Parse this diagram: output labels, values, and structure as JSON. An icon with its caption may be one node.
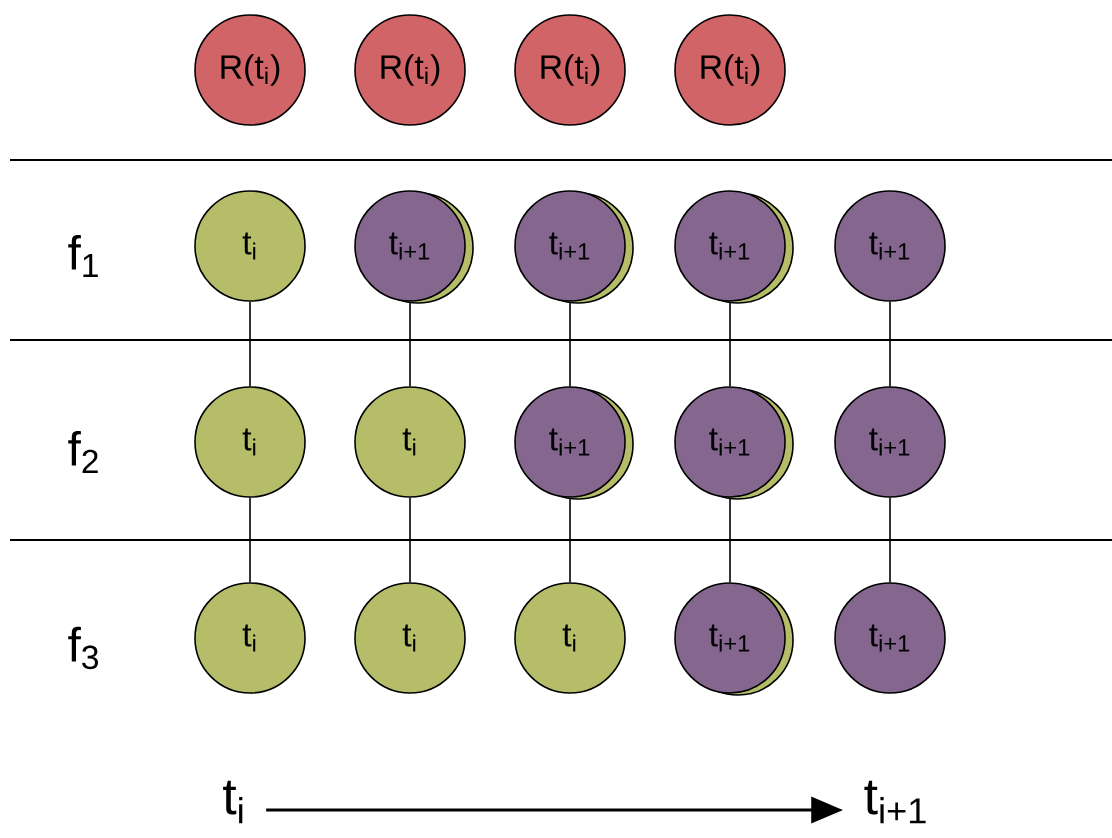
{
  "diagram": {
    "nodes": [
      {
        "text": [
          "R(t$_{i}$)"
        ]
      },
      {
        "text": [
          "R(t$_{i}$)"
        ]
      },
      {
        "text": [
          "R(t$_{i}$)"
        ]
      },
      {
        "text": [
          "R(t$_{i}$)"
        ]
      },
      {
        "text": [
          "t$_{i}$"
        ]
      },
      {
        "text": [
          "t$_{i+1}$"
        ]
      },
      {
        "text": [
          "t$_{i+1}$"
        ]
      },
      {
        "text": [
          "t$_{i+1}$"
        ]
      },
      {
        "text": [
          "t$_{i+1}$"
        ]
      },
      {
        "text": [
          "t$_{i}$"
        ]
      },
      {
        "text": [
          "t$_{i}$"
        ]
      },
      {
        "text": [
          "t$_{i+1}$"
        ]
      },
      {
        "text": [
          "t$_{i+1}$"
        ]
      },
      {
        "text": [
          "t$_{i+1}$"
        ]
      },
      {
        "text": [
          "t$_{i}$"
        ]
      },
      {
        "text": [
          "t$_{i}$"
        ]
      },
      {
        "text": [
          "t$_{i}$"
        ]
      },
      {
        "text": [
          "t$_{i+1}$"
        ]
      },
      {
        "text": [
          "t$_{i+1}$"
        ]
      },
      {
        "text": [
          "t$_{i}$"
        ]
      },
      {
        "text": [
          "t$_{i+1}$"
        ]
      }
    ],
    "edges": [
      {
        "from": 4,
        "to": 9,
        "arrow": "none"
      },
      {
        "from": 5,
        "to": 10,
        "arrow": "none"
      },
      {
        "from": 6,
        "to": 11,
        "arrow": "none"
      },
      {
        "from": 7,
        "to": 12,
        "arrow": "none"
      },
      {
        "from": 8,
        "to": 13,
        "arrow": "none"
      },
      {
        "from": 9,
        "to": 14,
        "arrow": "none"
      },
      {
        "from": 10,
        "to": 15,
        "arrow": "none"
      },
      {
        "from": 11,
        "to": 16,
        "arrow": "none"
      },
      {
        "from": 12,
        "to": 17,
        "arrow": "none"
      },
      {
        "from": 13,
        "to": 18,
        "arrow": "none"
      },
      {
        "from": 19,
        "to": 20,
        "arrow": "to"
      }
    ],
    "labels": [
      "f$_{1}$",
      "f$_{2}$",
      "f$_{3}$"
    ]
  }
}
